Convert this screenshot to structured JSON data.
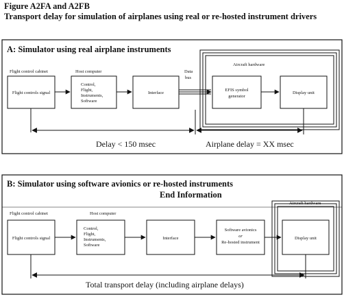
{
  "figure": {
    "title_line1": "Figure A2FA and A2FB",
    "title_line2": "Transport delay for simulation of airplanes using real or re-hosted instrument drivers"
  },
  "panel_a": {
    "heading": "A:  Simulator using real airplane instruments",
    "group_flight_control_cabinet": "Flight control cabinet",
    "group_host_computer": "Host computer",
    "group_aircraft_hardware": "Aircraft hardware",
    "data_bus_label_line1": "Data",
    "data_bus_label_line2": "bus",
    "box_flight_controls": "Flight controls signal",
    "box_host_lines": [
      "Control,",
      "Flight,",
      "Instruments,",
      "Software"
    ],
    "box_interface": "Interface",
    "box_efis_line1": "EFIS symbol",
    "box_efis_line2": "generator",
    "box_display": "Display unit",
    "delay_left": "Delay < 150 msec",
    "delay_right": "Airplane delay = XX msec"
  },
  "panel_b": {
    "heading": "B:  Simulator using software avionics or re-hosted instruments",
    "end_info": "End Information",
    "group_flight_control_cabinet": "Flight control cabinet",
    "group_host_computer": "Host computer",
    "group_aircraft_hardware": "Aircraft hardware",
    "box_flight_controls": "Flight controls signal",
    "box_host_lines": [
      "Control,",
      "Flight,",
      "Instruments,",
      "Software"
    ],
    "box_interface": "Interface",
    "box_software_line1": "Software avionics",
    "box_software_line2": "or",
    "box_software_line3": "Re-hosted instrument",
    "box_display": "Display unit",
    "total_delay": "Total transport delay (including airplane delays)"
  }
}
